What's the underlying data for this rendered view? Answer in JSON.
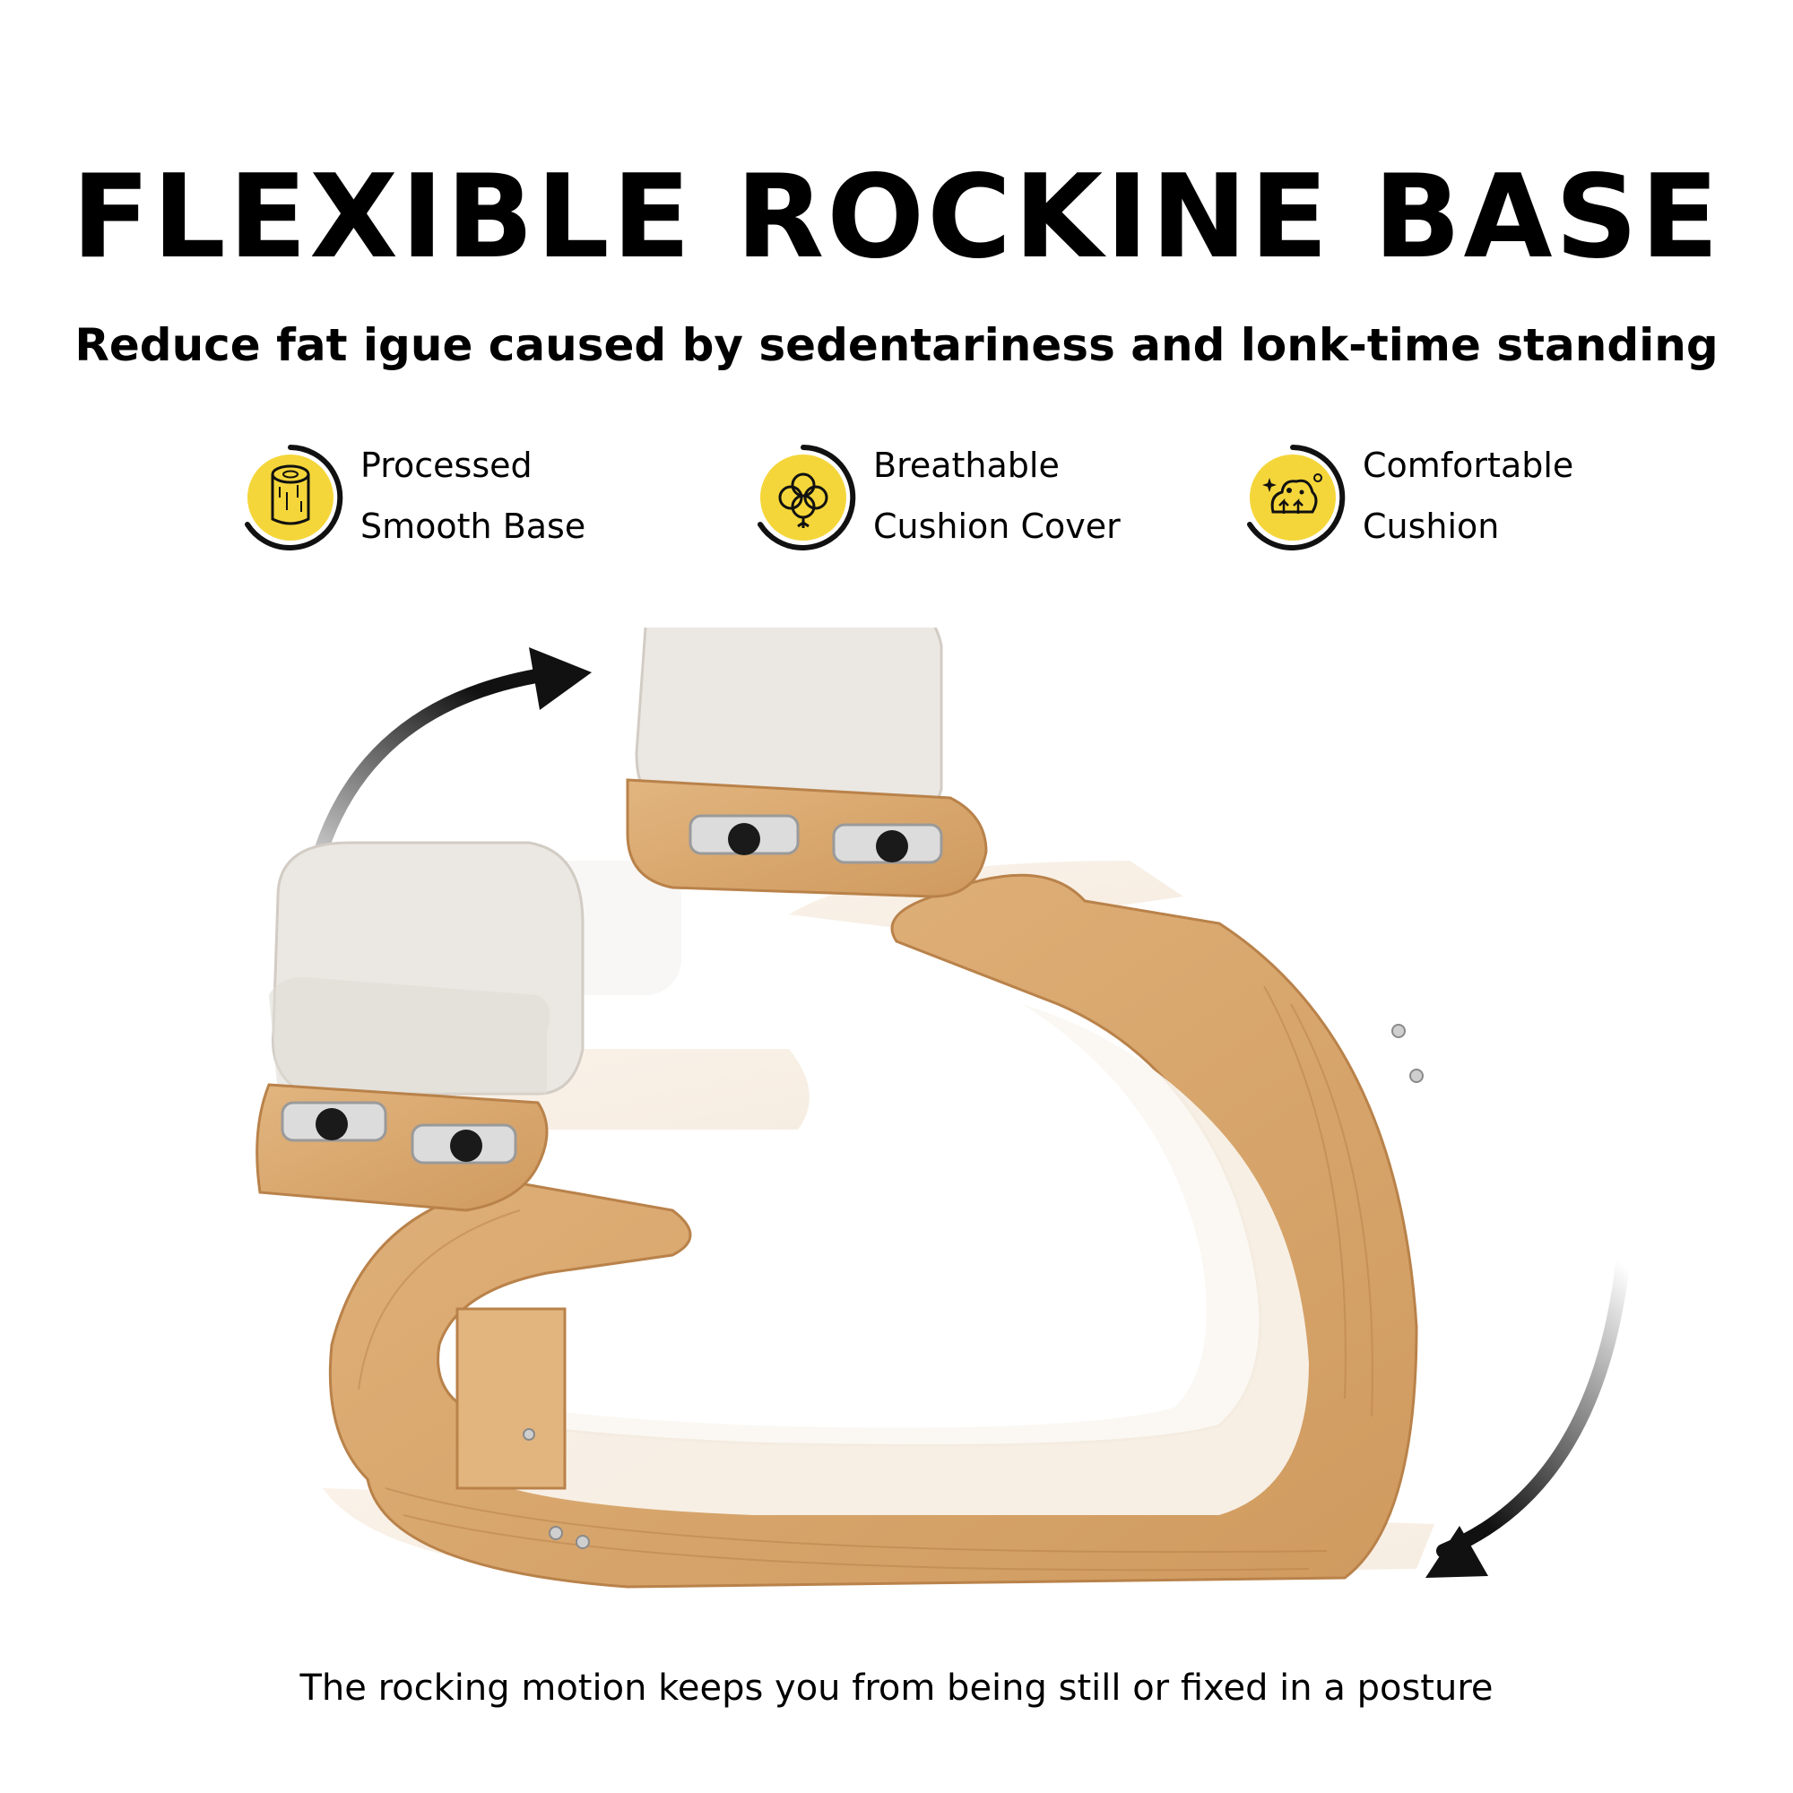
{
  "headline": "FLEXIBLE ROCKINE BASE",
  "subheadline": "Reduce fat igue caused by sedentariness and lonk-time standing",
  "features": [
    {
      "icon": "log-icon",
      "line1": "Processed",
      "line2": "Smooth Base"
    },
    {
      "icon": "cotton-icon",
      "line1": "Breathable",
      "line2": "Cushion Cover"
    },
    {
      "icon": "sponge-icon",
      "line1": "Comfortable",
      "line2": "Cushion"
    }
  ],
  "caption": "The rocking motion keeps you from being still or fixed in a posture",
  "colors": {
    "accent_yellow": "#f5d63a",
    "wood": "#d9a66c",
    "wood_dark": "#b9824a",
    "cushion": "#ece9e4",
    "arrow": "#111111"
  }
}
